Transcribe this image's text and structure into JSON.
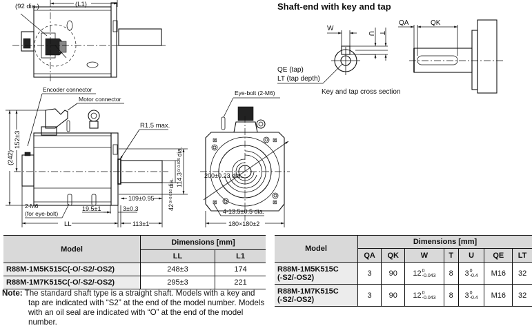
{
  "drawing": {
    "top_view": {
      "labels": {
        "flange_dia": "(92 dia.)",
        "l1": "(L1)"
      }
    },
    "side_view": {
      "labels": {
        "encoder_connector": "Encoder connector",
        "motor_connector": "Motor connector",
        "height_total": "(242)",
        "height_center": "152±3",
        "fillet": "R1.5 max.",
        "eye_bolt_thread": "2-M6",
        "eye_bolt_note": "(for eye-bolt)",
        "ll": "LL",
        "shaft_len": "109±0.95",
        "dim_19_5": "19.5±1",
        "dim_3": "3±0.3",
        "dim_113": "113±1",
        "shaft_dia": "42",
        "shaft_dia_tol": "0 / -0.016",
        "spigot_dia": "114.3",
        "spigot_dia_tol": "0 / -0.025",
        "dia_suffix": "dia."
      }
    },
    "front_view": {
      "labels": {
        "eye_bolt": "Eye-bolt (2-M6)",
        "pcd": "200±0.23 dia.",
        "holes": "4-13.5±0.5 dia.",
        "flange_size": "180×180±2"
      }
    },
    "shaft_end": {
      "title": "Shaft-end with key and tap",
      "labels": {
        "w": "W",
        "u": "U",
        "t": "T",
        "qa": "QA",
        "qk": "QK",
        "qe": "QE (tap)",
        "lt": "LT (tap depth)",
        "cross_section": "Key and tap cross section"
      }
    }
  },
  "table_main": {
    "header_model": "Model",
    "header_dims": "Dimensions [mm]",
    "columns": [
      "LL",
      "L1"
    ],
    "rows": [
      {
        "model": "R88M-1M5K515C(-O/-S2/-OS2)",
        "LL": "248±3",
        "L1": "174"
      },
      {
        "model": "R88M-1M7K515C(-O/-S2/-OS2)",
        "LL": "295±3",
        "L1": "221"
      }
    ]
  },
  "table_key": {
    "header_model": "Model",
    "header_dims": "Dimensions [mm]",
    "columns": [
      "QA",
      "QK",
      "W",
      "T",
      "U",
      "QE",
      "LT"
    ],
    "rows": [
      {
        "model_line1": "R88M-1M5K515C",
        "model_line2": "(-S2/-OS2)",
        "QA": "3",
        "QK": "90",
        "W": "12",
        "W_tol_upper": "0",
        "W_tol_lower": "-0.043",
        "T": "8",
        "U": "3",
        "U_tol_upper": "0",
        "U_tol_lower": "-0.4",
        "QE": "M16",
        "LT": "32"
      },
      {
        "model_line1": "R88M-1M7K515C",
        "model_line2": "(-S2/-OS2)",
        "QA": "3",
        "QK": "90",
        "W": "12",
        "W_tol_upper": "0",
        "W_tol_lower": "-0.043",
        "T": "8",
        "U": "3",
        "U_tol_upper": "0",
        "U_tol_lower": "-0.4",
        "QE": "M16",
        "LT": "32"
      }
    ]
  },
  "note": {
    "label": "Note:",
    "text": "The standard shaft type is a straight shaft. Models with a key and tap are indicated with “S2” at the end of the model number. Models with an oil seal are indicated with “O” at the end of the model number."
  }
}
